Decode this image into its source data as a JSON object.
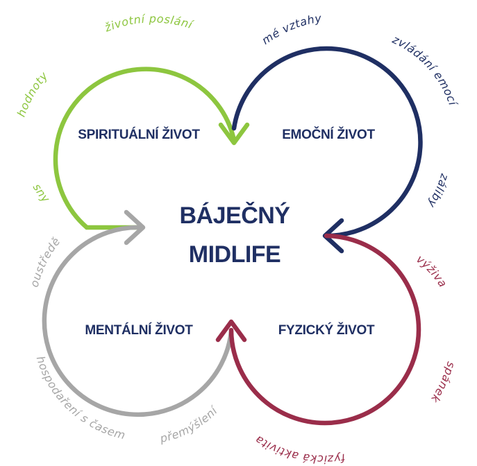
{
  "center": {
    "line1": "BÁJEČNÝ",
    "line2": "MIDLIFE"
  },
  "quadrants": {
    "spiritual": {
      "title": "SPIRITUÁLNÍ ŽIVOT",
      "labels": [
        "životní poslání",
        "hodnoty",
        "sny"
      ]
    },
    "emotional": {
      "title": "EMOČNÍ ŽIVOT",
      "labels": [
        "mé vztahy",
        "zvládání emocí",
        "záliby"
      ]
    },
    "mental": {
      "title": "MENTÁLNÍ ŽIVOT",
      "labels": [
        "soustředění",
        "hospodaření s časem",
        "přemýšlení"
      ]
    },
    "physical": {
      "title": "FYZICKÝ ŽIVOT",
      "labels": [
        "výživa",
        "spánek",
        "fyzická aktivita"
      ]
    }
  },
  "colors": {
    "spiritual": "#8dc63f",
    "emotional": "#1f2f63",
    "mental": "#a6a6a6",
    "physical": "#9a2d4a",
    "title_text": "#1f2f63"
  }
}
